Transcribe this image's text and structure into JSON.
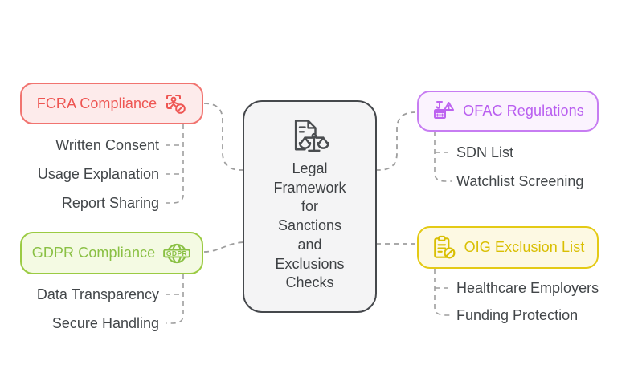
{
  "diagram": {
    "type": "mindmap",
    "connector_color": "#9e9e9e",
    "background": "#ffffff"
  },
  "center": {
    "icon": "legal-document-scales-icon",
    "full_text": "Legal Framework for Sanctions and Exclusions Checks",
    "lines": [
      "Legal",
      "Framework",
      "for",
      "Sanctions",
      "and",
      "Exclusions",
      "Checks"
    ],
    "colors": {
      "bg": "#f4f4f5",
      "border": "#45484c",
      "text": "#3e4144",
      "icon": "#4a4d50"
    }
  },
  "branches": [
    {
      "id": "fcra",
      "label": "FCRA Compliance",
      "icon": "identity-scan-denied-icon",
      "side": "top-left",
      "colors": {
        "bg": "#fdebeb",
        "border": "#f17470",
        "text": "#ee5552"
      },
      "children": [
        "Written Consent",
        "Usage Explanation",
        "Report Sharing"
      ]
    },
    {
      "id": "gdpr",
      "label": "GDPR Compliance",
      "icon": "gdpr-globe-icon",
      "icon_text": "GDPR",
      "side": "bottom-left",
      "colors": {
        "bg": "#f4fae3",
        "border": "#9bcb43",
        "text": "#8ac044"
      },
      "children": [
        "Data Transparency",
        "Secure Handling"
      ]
    },
    {
      "id": "ofac",
      "label": "OFAC Regulations",
      "icon": "cargo-crane-warning-icon",
      "side": "top-right",
      "colors": {
        "bg": "#fbf3fe",
        "border": "#c77df2",
        "text": "#b95ef0"
      },
      "children": [
        "SDN List",
        "Watchlist Screening"
      ]
    },
    {
      "id": "oig",
      "label": "OIG Exclusion List",
      "icon": "clipboard-denied-icon",
      "side": "bottom-right",
      "colors": {
        "bg": "#fdf9e3",
        "border": "#e4ca15",
        "text": "#d9bf03"
      },
      "children": [
        "Healthcare Employers",
        "Funding Protection"
      ]
    }
  ]
}
